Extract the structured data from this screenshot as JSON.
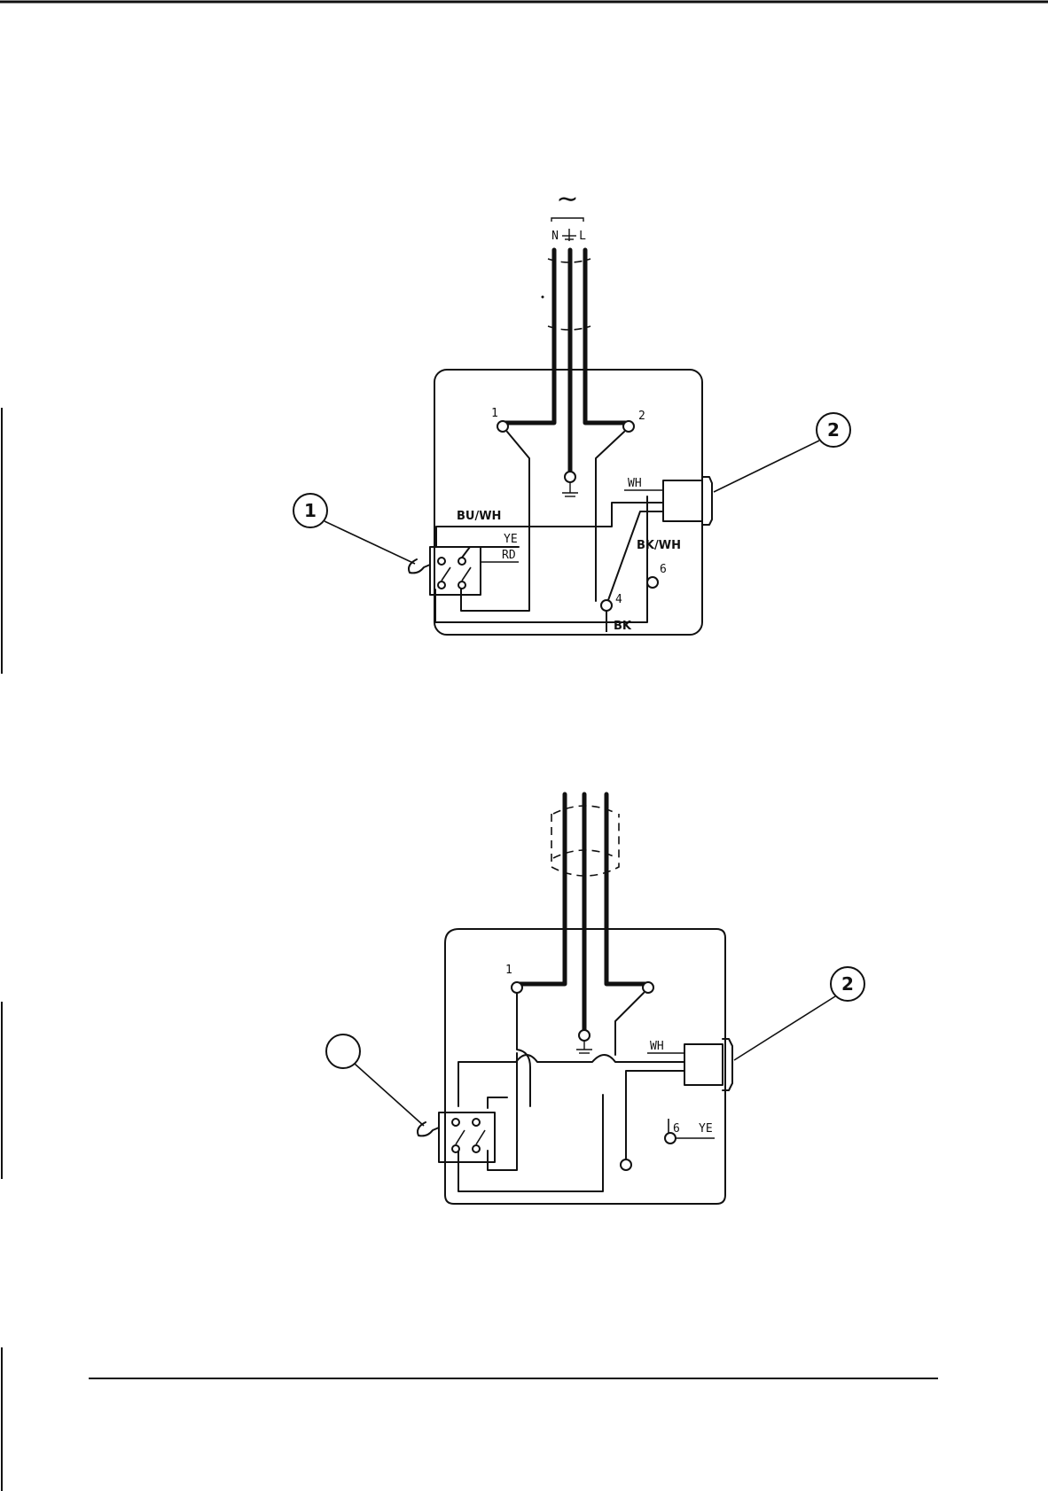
{
  "supply": {
    "ac_symbol": "∼",
    "neutral": "N",
    "line": "L"
  },
  "diagram_top": {
    "terminals": {
      "t1": "1",
      "t2": "2",
      "t4": "4",
      "t6": "6"
    },
    "wires": {
      "bu_wh": "BU/WH",
      "ye": "YE",
      "rd": "RD",
      "wh": "WH",
      "bk_wh": "BK/WH",
      "bk": "BK"
    },
    "callouts": {
      "c1": "1",
      "c2": "2"
    }
  },
  "diagram_bottom": {
    "terminals": {
      "t1": "1",
      "t6": "6"
    },
    "wires": {
      "wh": "WH",
      "ye": "YE"
    },
    "callouts": {
      "c2": "2"
    }
  },
  "colors": {
    "ink": "#111111",
    "paper": "#ffffff"
  }
}
